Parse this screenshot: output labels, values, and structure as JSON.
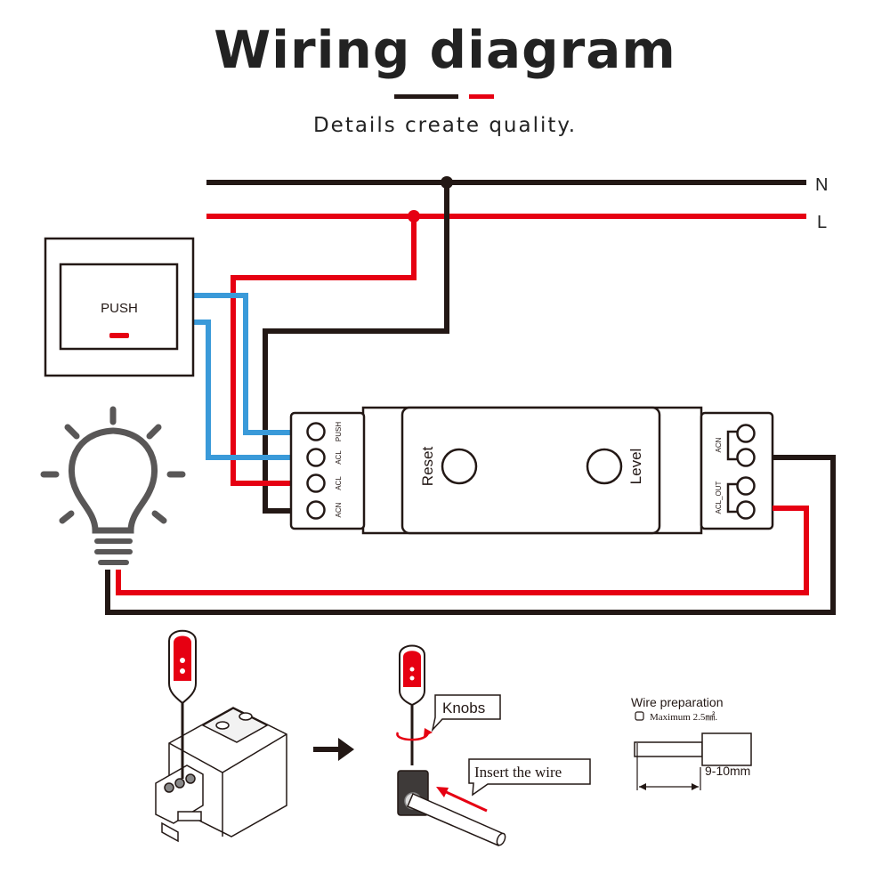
{
  "header": {
    "title": "Wiring diagram",
    "subtitle": "Details create quality."
  },
  "lines": {
    "neutral": "N",
    "live": "L"
  },
  "switch": {
    "label": "PUSH"
  },
  "module": {
    "left_terminals": [
      "PUSH",
      "ACL",
      "ACL",
      "ACN"
    ],
    "right_terminals": [
      "ACN",
      "ACL_OUT"
    ],
    "reset_label": "Reset",
    "level_label": "Level"
  },
  "install": {
    "knobs_label": "Knobs",
    "insert_label": "Insert the wire",
    "wire_prep_title": "Wire preparation",
    "wire_prep_max": "Maximum 2.5㎟.",
    "strip_length": "9-10mm"
  },
  "colors": {
    "neutral_wire": "#231815",
    "live_wire": "#e60012",
    "switch_wire": "#3a9ad9",
    "accent_black": "#231815",
    "accent_red": "#e60012"
  }
}
